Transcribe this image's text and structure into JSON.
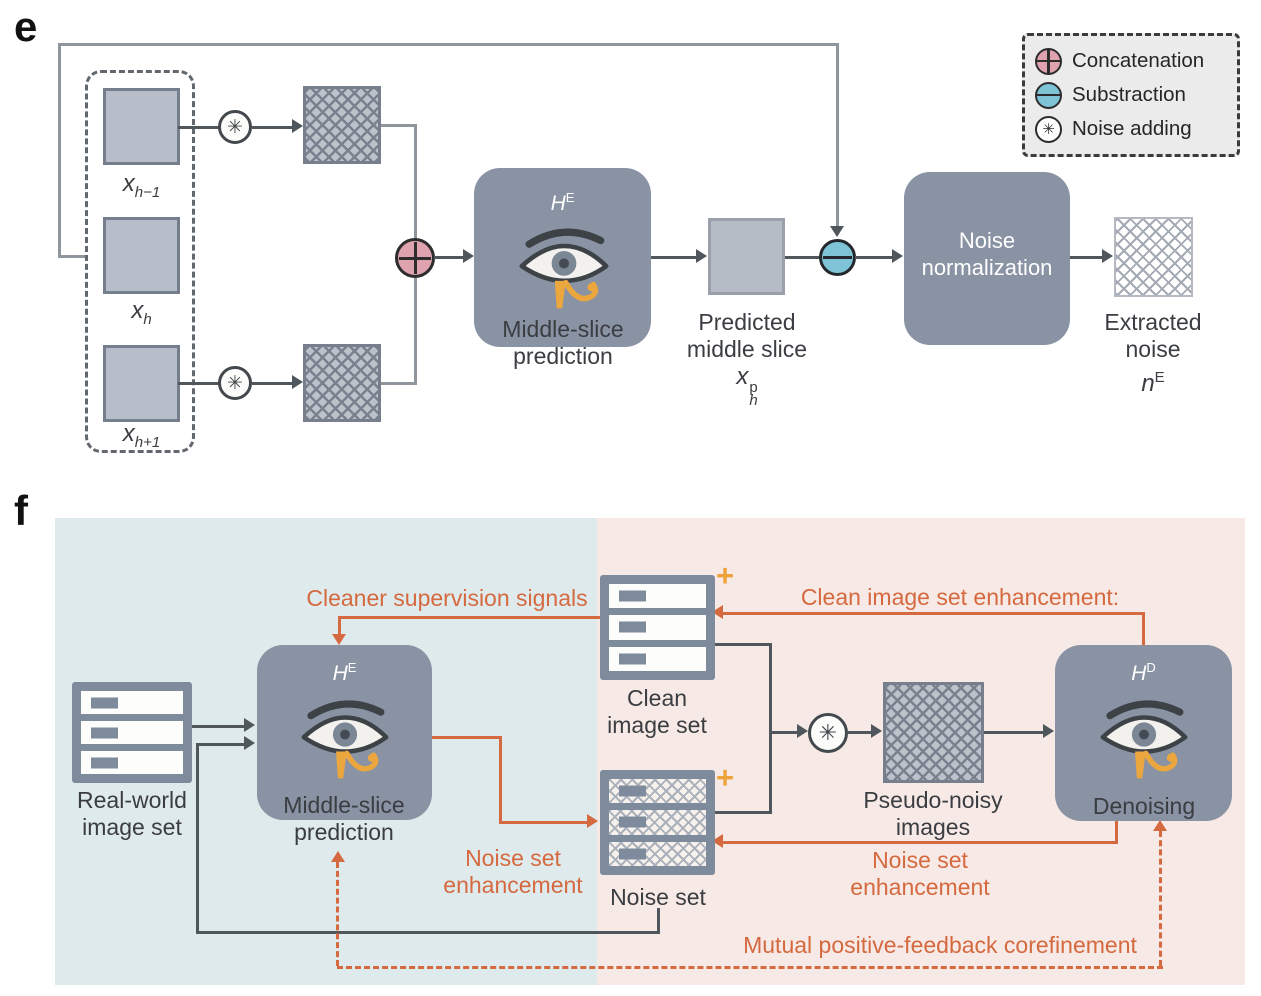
{
  "colors": {
    "slate_box": "#8993a4",
    "accent_orange": "#d5693f",
    "gold": "#eda23b",
    "concat_pink": "#dfa3b0",
    "subtract_blue": "#7fc3d7",
    "bg_left_blue": "#dfeaec",
    "bg_right_pink": "#f7e9e5"
  },
  "icons": {
    "noise_adding_glyph": "✳"
  },
  "panel_e": {
    "label": "e",
    "input_stack": [
      {
        "base": "x",
        "sub": "h−1"
      },
      {
        "base": "x",
        "sub": "h"
      },
      {
        "base": "x",
        "sub": "h+1"
      }
    ],
    "he_box": {
      "title": "H",
      "title_sup": "E",
      "caption1": "Middle-slice",
      "caption2": "prediction"
    },
    "predicted_slice": {
      "caption1": "Predicted",
      "caption2": "middle slice",
      "symbol": "x",
      "symbol_sub": "h",
      "symbol_sup": "p"
    },
    "noise_normalization": {
      "line1": "Noise",
      "line2": "normalization"
    },
    "extracted_noise": {
      "caption1": "Extracted",
      "caption2": "noise",
      "symbol": "n",
      "symbol_sup": "E"
    },
    "legend": {
      "items": [
        {
          "icon": "concatenation-node",
          "label": "Concatenation"
        },
        {
          "icon": "subtraction-node",
          "label": "Substraction"
        },
        {
          "icon": "noise-adding-node",
          "label": "Noise adding"
        }
      ]
    }
  },
  "panel_f": {
    "label": "f",
    "real_world_set": {
      "caption1": "Real-world",
      "caption2": "image set"
    },
    "he_box": {
      "title": "H",
      "title_sup": "E",
      "caption1": "Middle-slice",
      "caption2": "prediction"
    },
    "clean_set": {
      "plus": "+",
      "caption1": "Clean",
      "caption2": "image set"
    },
    "noise_set": {
      "plus": "+",
      "caption": "Noise set"
    },
    "pseudo_noisy": {
      "caption1": "Pseudo-noisy",
      "caption2": "images"
    },
    "hd_box": {
      "title": "H",
      "title_sup": "D",
      "caption": "Denoising"
    },
    "flow_labels": {
      "cleaner_supervision": "Cleaner supervision signals",
      "clean_enhancement": "Clean image set enhancement:",
      "noise_enhancement_left": {
        "line1": "Noise set",
        "line2": "enhancement"
      },
      "noise_enhancement_right": {
        "line1": "Noise set",
        "line2": "enhancement"
      },
      "mutual_corefinement": "Mutual positive-feedback corefinement"
    }
  }
}
